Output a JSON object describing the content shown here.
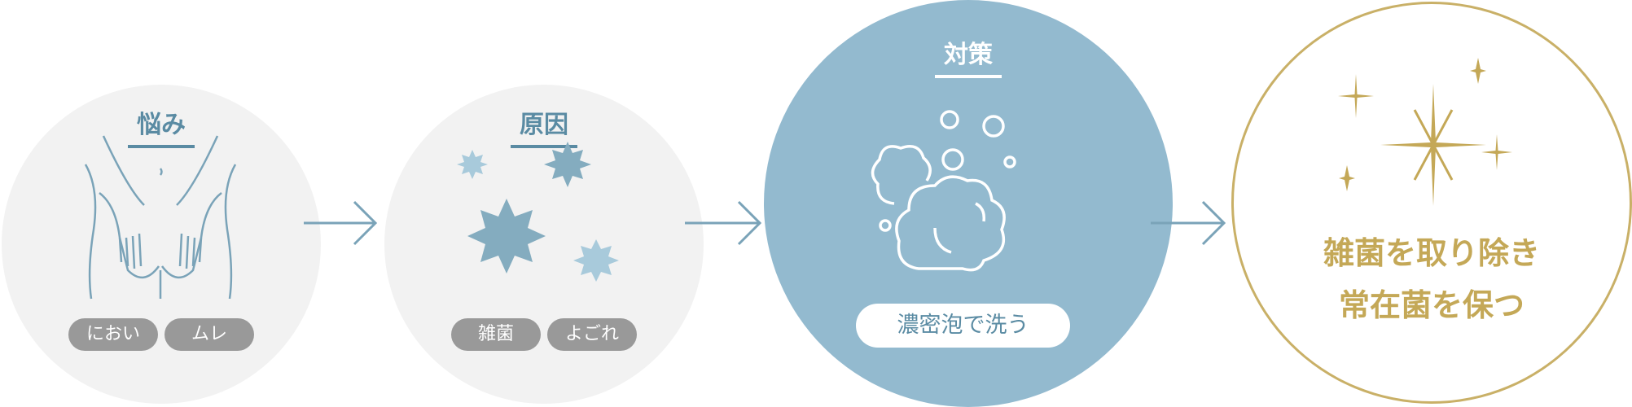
{
  "steps": [
    {
      "title": "悩み",
      "icon": "body-hands-icon",
      "tags": [
        "におい",
        "ムレ"
      ]
    },
    {
      "title": "原因",
      "icon": "germs-icon",
      "tags": [
        "雑菌",
        "よごれ"
      ]
    },
    {
      "title": "対策",
      "icon": "foam-bubbles-icon",
      "tag": "濃密泡で洗う"
    },
    {
      "icon": "sparkle-icon",
      "lines": [
        "雑菌を取り除き",
        "常在菌を保つ"
      ]
    }
  ],
  "colors": {
    "gray": "#f2f2f2",
    "blue": "#93bacf",
    "title": "#5a8ba3",
    "pill": "#999999",
    "gold": "#c4a857"
  }
}
